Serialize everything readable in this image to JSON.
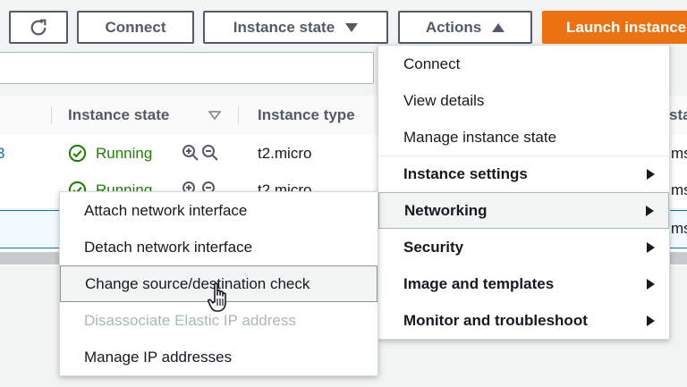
{
  "toolbar": {
    "connect": "Connect",
    "instance_state": "Instance state",
    "actions": "Actions",
    "launch": "Launch instance"
  },
  "table": {
    "headers": [
      "Instance state",
      "Instance type"
    ],
    "rows": [
      {
        "id_fragment": "3",
        "state": "Running",
        "type": "t2.micro",
        "extra": "ms"
      },
      {
        "id_fragment": "",
        "state": "Running",
        "type": "t2.micro",
        "extra": "ms"
      },
      {
        "id_fragment": "",
        "state": "",
        "type": "",
        "extra": "ms"
      }
    ],
    "partial_header": "sta"
  },
  "actions_menu": {
    "items": [
      {
        "label": "Connect"
      },
      {
        "label": "View details"
      },
      {
        "label": "Manage instance state"
      },
      {
        "label": "Instance settings"
      },
      {
        "label": "Networking"
      },
      {
        "label": "Security"
      },
      {
        "label": "Image and templates"
      },
      {
        "label": "Monitor and troubleshoot"
      }
    ]
  },
  "networking_menu": {
    "items": [
      {
        "label": "Attach network interface"
      },
      {
        "label": "Detach network interface"
      },
      {
        "label": "Change source/destination check"
      },
      {
        "label": "Disassociate Elastic IP address"
      },
      {
        "label": "Manage IP addresses"
      }
    ]
  },
  "colors": {
    "accent": "#ec7211",
    "running": "#1d8102",
    "link": "#0073bb"
  }
}
